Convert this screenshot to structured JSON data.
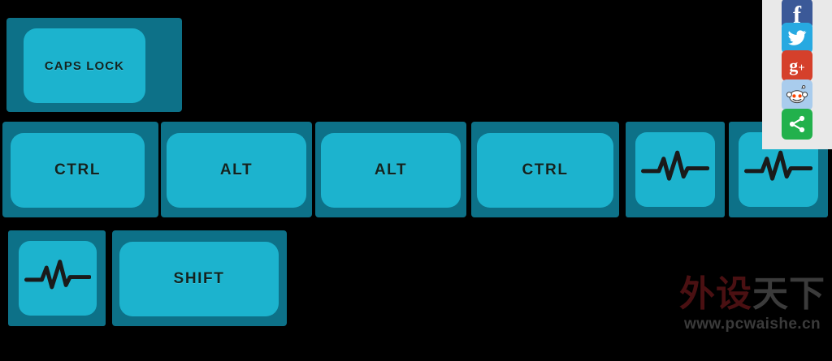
{
  "page": {
    "background": "#000000",
    "key_frame_color": "#0d7188",
    "keycap_color": "#1cb3ce",
    "legend_color": "#13231f"
  },
  "keyboard": {
    "rows": [
      {
        "name": "caps-row",
        "keys": [
          {
            "id": "caps-lock",
            "label": "CAPS LOCK",
            "type": "text"
          }
        ]
      },
      {
        "name": "modifier-row",
        "keys": [
          {
            "id": "ctrl-left",
            "label": "CTRL",
            "type": "text"
          },
          {
            "id": "alt-left",
            "label": "ALT",
            "type": "text"
          },
          {
            "id": "alt-right",
            "label": "ALT",
            "type": "text"
          },
          {
            "id": "ctrl-right",
            "label": "CTRL",
            "type": "text"
          },
          {
            "id": "pulse-1",
            "label": "",
            "type": "icon",
            "icon": "pulse-waveform-icon"
          },
          {
            "id": "pulse-2",
            "label": "",
            "type": "icon",
            "icon": "pulse-waveform-icon"
          }
        ]
      },
      {
        "name": "shift-row",
        "keys": [
          {
            "id": "pulse-3",
            "label": "",
            "type": "icon",
            "icon": "pulse-waveform-icon"
          },
          {
            "id": "shift",
            "label": "SHIFT",
            "type": "text"
          }
        ]
      }
    ]
  },
  "share_rail": {
    "background": "#e9e9e9",
    "buttons": [
      {
        "id": "facebook",
        "icon": "facebook-icon",
        "label": "f",
        "color": "#3b5998"
      },
      {
        "id": "twitter",
        "icon": "twitter-icon",
        "label": "",
        "color": "#27a9e1"
      },
      {
        "id": "googleplus",
        "icon": "google-plus-icon",
        "label": "g",
        "color": "#d5402b"
      },
      {
        "id": "reddit",
        "icon": "reddit-icon",
        "label": "",
        "color": "#a9cced"
      },
      {
        "id": "share",
        "icon": "share-nodes-icon",
        "label": "",
        "color": "#22b14c"
      }
    ]
  },
  "watermark": {
    "chars_red": "外设",
    "chars_gray": "天下",
    "url": "www.pcwaishe.cn"
  }
}
